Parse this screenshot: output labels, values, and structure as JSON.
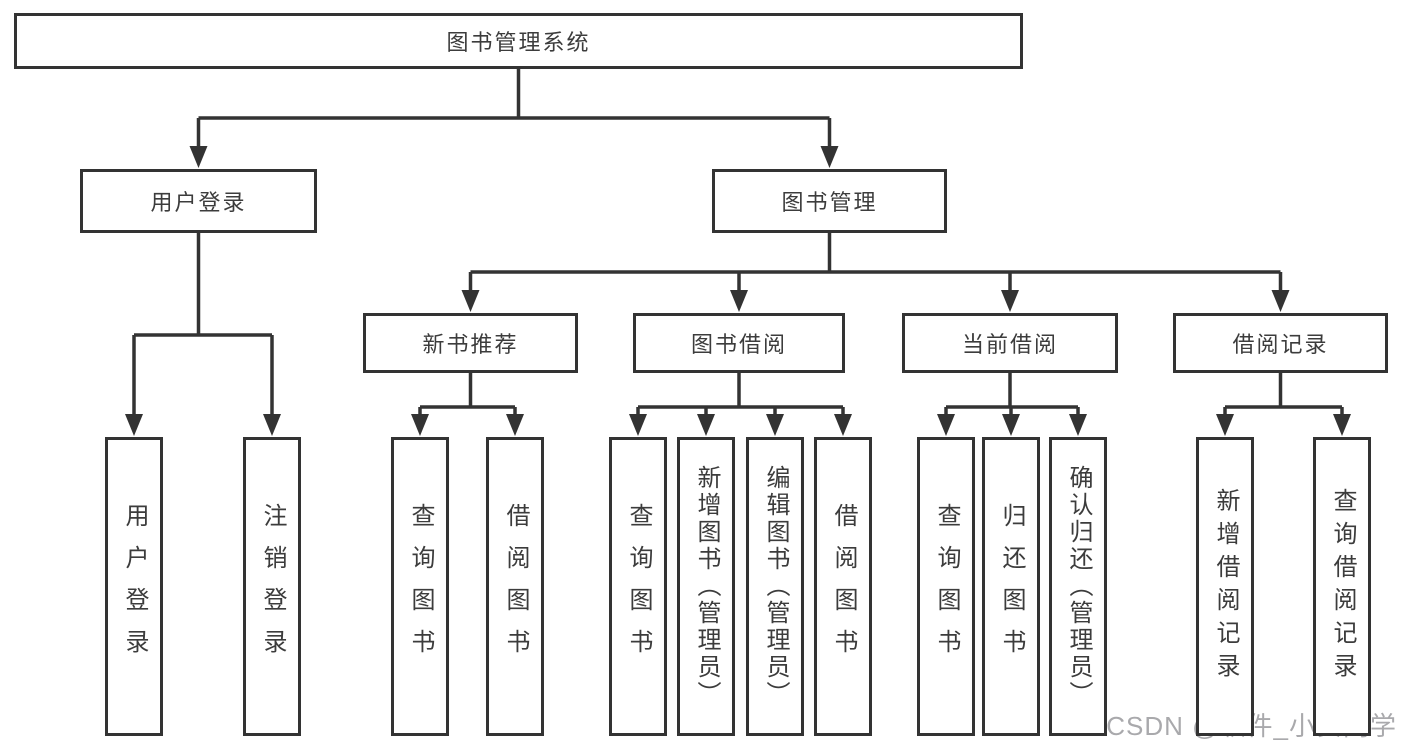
{
  "diagram": {
    "title": "图书管理系统",
    "nodes": [
      {
        "id": "root",
        "label": "图书管理系统"
      },
      {
        "id": "user_login",
        "label": "用户登录"
      },
      {
        "id": "book_mgmt",
        "label": "图书管理"
      },
      {
        "id": "new_rec",
        "label": "新书推荐"
      },
      {
        "id": "borrow",
        "label": "图书借阅"
      },
      {
        "id": "current",
        "label": "当前借阅"
      },
      {
        "id": "records",
        "label": "借阅记录"
      },
      {
        "id": "u1",
        "label": "用户登录"
      },
      {
        "id": "u2",
        "label": "注销登录"
      },
      {
        "id": "n1",
        "label": "查询图书"
      },
      {
        "id": "n2",
        "label": "借阅图书"
      },
      {
        "id": "b1",
        "label": "查询图书"
      },
      {
        "id": "b2",
        "label": "新增图书（管理员）"
      },
      {
        "id": "b3",
        "label": "编辑图书（管理员）"
      },
      {
        "id": "b4",
        "label": "借阅图书"
      },
      {
        "id": "c1",
        "label": "查询图书"
      },
      {
        "id": "c2",
        "label": "归还图书"
      },
      {
        "id": "c3",
        "label": "确认归还（管理员）"
      },
      {
        "id": "r1",
        "label": "新增借阅记录"
      },
      {
        "id": "r2",
        "label": "查询借阅记录"
      }
    ],
    "edges": [
      {
        "parent": "root",
        "children": [
          "user_login",
          "book_mgmt"
        ]
      },
      {
        "parent": "user_login",
        "children": [
          "u1",
          "u2"
        ]
      },
      {
        "parent": "book_mgmt",
        "children": [
          "new_rec",
          "borrow",
          "current",
          "records"
        ]
      },
      {
        "parent": "new_rec",
        "children": [
          "n1",
          "n2"
        ]
      },
      {
        "parent": "borrow",
        "children": [
          "b1",
          "b2",
          "b3",
          "b4"
        ]
      },
      {
        "parent": "current",
        "children": [
          "c1",
          "c2",
          "c3"
        ]
      },
      {
        "parent": "records",
        "children": [
          "r1",
          "r2"
        ]
      }
    ]
  },
  "watermark": {
    "text": "CSDN @软件_小贺同学"
  },
  "colors": {
    "line": "#333333",
    "box_border": "#333333",
    "text": "#3c3c3c",
    "background": "#ffffff",
    "watermark": "#a9a9ac"
  }
}
